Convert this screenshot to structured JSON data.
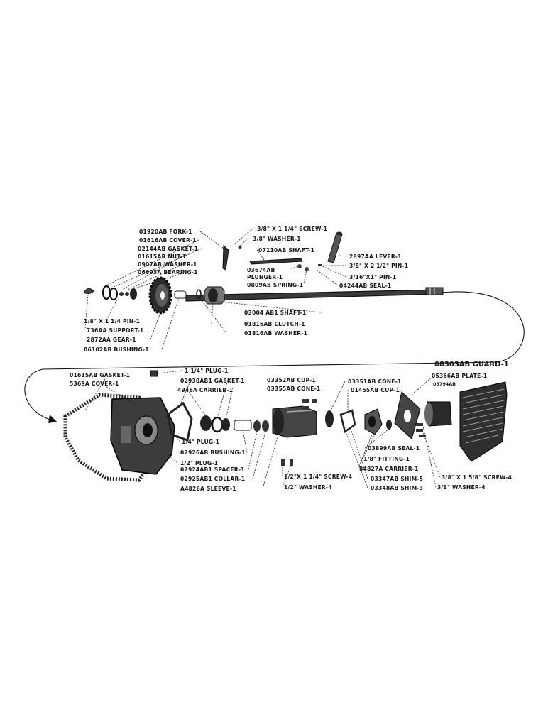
{
  "labels": {
    "fork": "01920AB FORK-1",
    "cover_top": "01616AB COVER-1",
    "gasket_top": "02144AB GASKET-1",
    "nut": "01615AB NUT-1",
    "washer_0907": "0907AB WASHER-1",
    "bearing": "06693A BEARING-1",
    "screw_top": "3/8\" X 1 1/4\" SCREW-1",
    "washer_38": "3/8\" WASHER-1",
    "shaft_07110": "07110AB SHAFT-1",
    "lever": "2897AA LEVER-1",
    "pin_38": "3/8\" X 2 1/2\" PIN-1",
    "plunger_num": "03674AB",
    "plunger": "PLUNGER-1",
    "pin_316": "3/16\"X1\" PIN-1",
    "spring": "0809AB SPRING-1",
    "seal_04244": "04244AB SEAL-1",
    "pin_18": "1/8\" X 1 1/4 PIN-1",
    "shaft_03004": "03004 AB1 SHAFT-1",
    "support": "736AA SUPPORT-1",
    "clutch": "01816AB CLUTCH-1",
    "gear": "2872AA GEAR-1",
    "washer_01816": "01816AB WASHER-1",
    "bushing_06102": "06102AB BUSHING-1",
    "guard": "08303AB GUARD-1",
    "gasket_01615": "01615AB GASKET-1",
    "cover_5369": "5369A COVER-1",
    "plug_14_top": "1 1/4\" PLUG-1",
    "gasket_02930": "02930AB1 GASKET-1",
    "carrier_4946": "4946A CARRIER-1",
    "cup_03352": "03352AB CUP-1",
    "cone_03355": "03355AB CONE-1",
    "cone_03351": "03351AB CONE-1",
    "cup_01455": "01455AB CUP-1",
    "plate": "05366AB PLATE-1",
    "plate_sub": "05794AB",
    "plug_14": "1/4\" PLUG-1",
    "bushing_02926": "02926AB BUSHING-1",
    "plug_12": "1/2\" PLUG-1",
    "spacer": "02924AB1 SPACER-1",
    "collar": "02925AB1 COLLAR-1",
    "sleeve": "A4826A SLEEVE-1",
    "screw_12": "1/2\"X 1 1/4\" SCREW-4",
    "washer_12": "1/2\" WASHER-4",
    "seal_03899": "03899AB SEAL-1",
    "fitting": "1/8\" FITTING-1",
    "carrier_84827": "84827A CARRIER-1",
    "shim_03347": "03347AB SHIM-5",
    "shim_03348": "03348AB SHIM-3",
    "screw_38_4": "3/8\" X 1 5/8\" SCREW-4",
    "washer_38_4": "3/8\" WASHER-4"
  }
}
